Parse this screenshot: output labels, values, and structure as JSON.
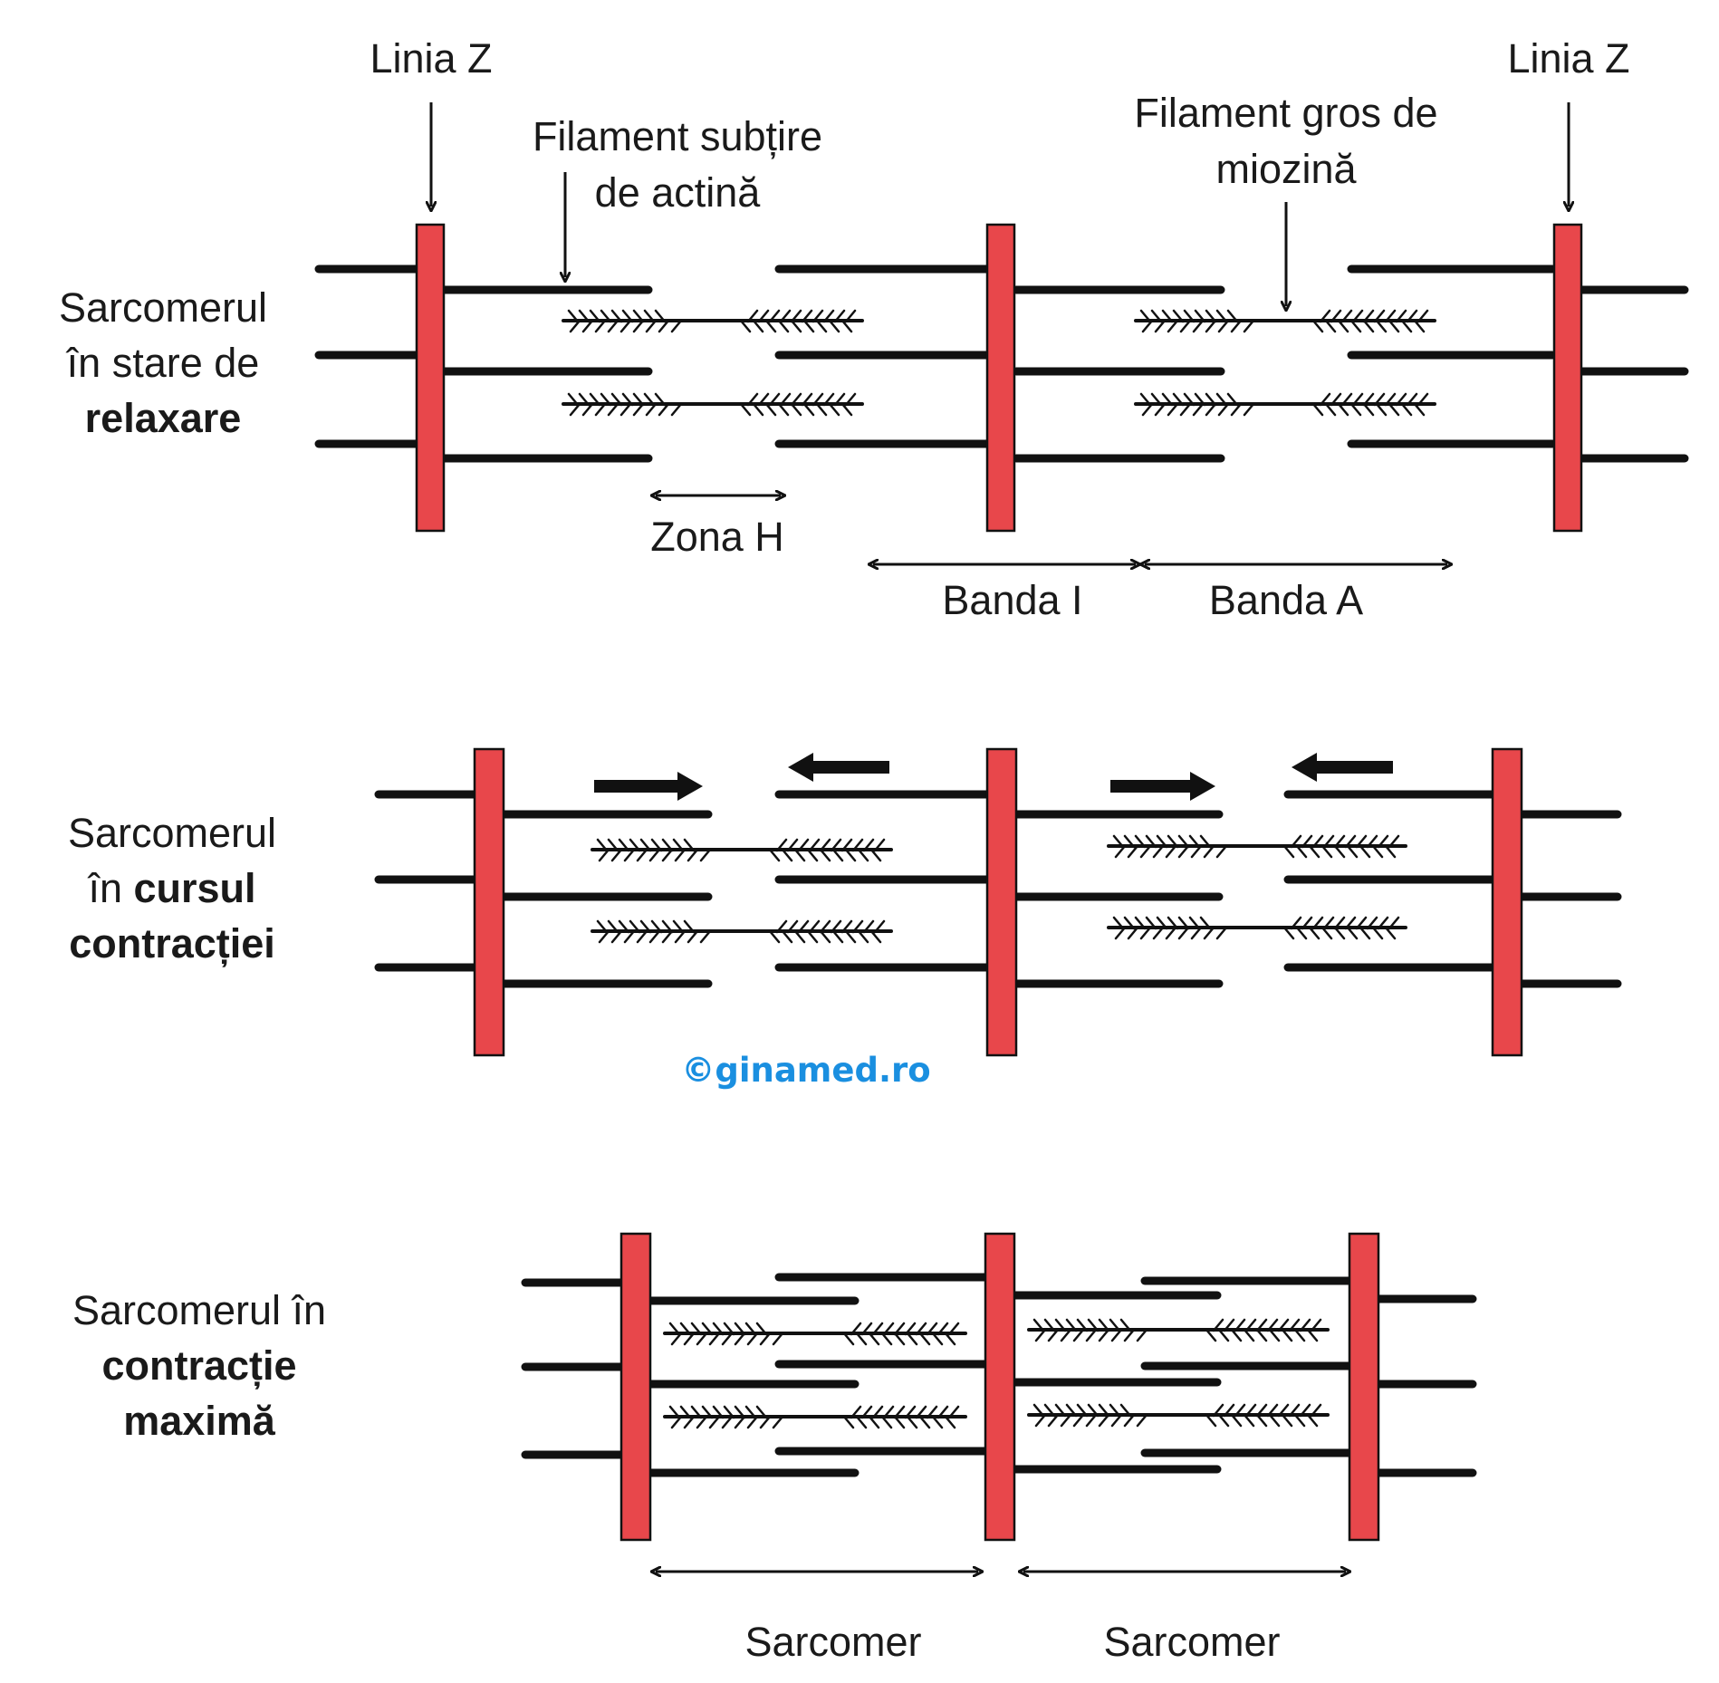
{
  "labels": {
    "z_line_left": "Linia Z",
    "z_line_right": "Linia Z",
    "thin_filament_1": "Filament subțire",
    "thin_filament_2": "de actină",
    "thick_filament_1": "Filament gros de",
    "thick_filament_2": "miozină",
    "h_zone": "Zona H",
    "i_band": "Banda I",
    "a_band": "Banda A",
    "sarcomere_1": "Sarcomer",
    "sarcomere_2": "Sarcomer"
  },
  "states": {
    "relaxed": {
      "line1": "Sarcomerul",
      "line2": "în stare de",
      "line3": "relaxare"
    },
    "contracting": {
      "line1": "Sarcomerul",
      "line2_prefix": "în",
      "line2_bold": "cursul",
      "line3": "contracției"
    },
    "max": {
      "line1": "Sarcomerul în",
      "line2": "contracție",
      "line3": "maximă"
    }
  },
  "watermark": "©ginamed.ro",
  "colors": {
    "z_disc": "#e8474b",
    "filament": "#111111",
    "watermark": "#1a8fe0"
  }
}
